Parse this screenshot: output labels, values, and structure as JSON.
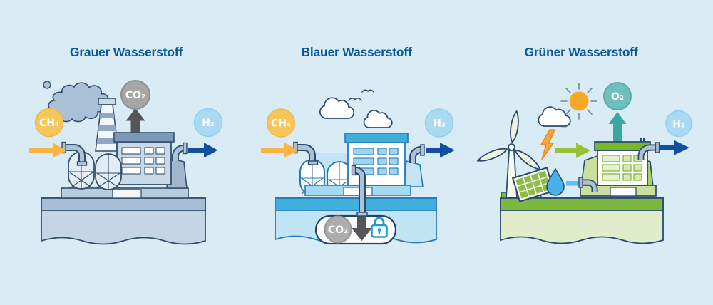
{
  "background": "#D9ECF6",
  "title_color": "#0A57A4",
  "panels": [
    {
      "title": "Grauer Wasserstoff",
      "badges": {
        "input": "CH₄",
        "emission": "CO₂",
        "output": "H₂"
      },
      "icons": [
        "methane-in-arrow",
        "smoke-plume",
        "smokestack",
        "storage-tanks",
        "factory",
        "co2-up-arrow",
        "hydrogen-out-arrow",
        "ground"
      ]
    },
    {
      "title": "Blauer Wasserstoff",
      "badges": {
        "input": "CH₄",
        "stored": "CO₂",
        "output": "H₂"
      },
      "icons": [
        "clouds",
        "birds",
        "storage-tanks",
        "factory",
        "co2-injection-pipe",
        "co2-storage-capsule",
        "lock",
        "hydrogen-out-arrow",
        "ground"
      ]
    },
    {
      "title": "Grüner Wasserstoff",
      "badges": {
        "oxygen": "O₂",
        "output": "H₂"
      },
      "icons": [
        "wind-turbine",
        "solar-panel",
        "sun",
        "cloud",
        "lightning-bolt",
        "electricity-arrow",
        "water-droplet",
        "water-arrow",
        "electrolyzer",
        "oxygen-up-arrow",
        "hydrogen-out-arrow",
        "ground"
      ]
    }
  ],
  "colors": {
    "methane_yellow": "#F7C65B",
    "flow_yellow": "#FBB342",
    "hydrogen_light_blue": "#A9DAF2",
    "hydrogen_dark_blue": "#10509E",
    "co2_grey": "#A6A6A6",
    "co2_arrow_grey": "#55565A",
    "oxygen_teal": "#6FC0BC",
    "oxygen_arrow_teal": "#3DA69F",
    "energy_green": "#97C234",
    "water_blue": "#4AB1E8",
    "lock_blue": "#1E9CD7"
  }
}
